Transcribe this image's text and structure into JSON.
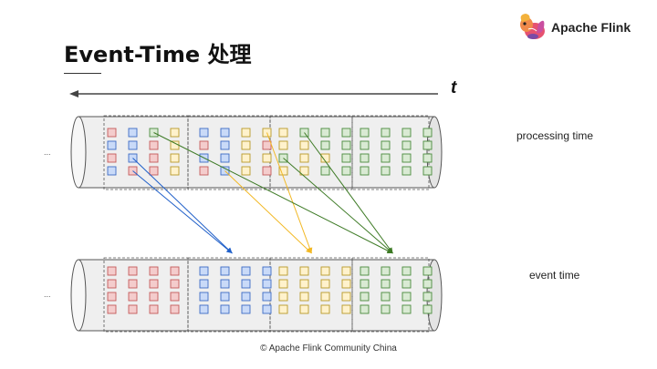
{
  "header": {
    "title": "Event-Time 处理",
    "brand_name": "Apache Flink"
  },
  "diagram": {
    "time_axis_label": "t",
    "top_stream_label": "processing time",
    "bottom_stream_label": "event time",
    "ellipsis": "...",
    "colors": {
      "red": {
        "fill": "#f4cccc",
        "stroke": "#c45a5a"
      },
      "blue": {
        "fill": "#c9daf8",
        "stroke": "#3d6bc4"
      },
      "yellow": {
        "fill": "#fff2cc",
        "stroke": "#b89a2a"
      },
      "green": {
        "fill": "#d9ead3",
        "stroke": "#4a8a3c"
      },
      "arrow_blue": "#1f5fc9",
      "arrow_yellow": "#f2b824",
      "arrow_green": "#3d7a25",
      "pipe_fill": "#efefef",
      "pipe_stroke": "#555555"
    },
    "top_grid": [
      [
        "red",
        "blue",
        "green",
        "yellow",
        "blue",
        "blue",
        "yellow",
        "yellow",
        "yellow",
        "green",
        "green",
        "green",
        "green",
        "green",
        "green",
        "green"
      ],
      [
        "blue",
        "blue",
        "red",
        "yellow",
        "red",
        "blue",
        "yellow",
        "red",
        "yellow",
        "yellow",
        "green",
        "green",
        "green",
        "green",
        "green",
        "green"
      ],
      [
        "red",
        "blue",
        "red",
        "yellow",
        "blue",
        "blue",
        "yellow",
        "yellow",
        "green",
        "yellow",
        "yellow",
        "green",
        "green",
        "green",
        "green",
        "green"
      ],
      [
        "blue",
        "red",
        "red",
        "yellow",
        "red",
        "blue",
        "yellow",
        "red",
        "yellow",
        "yellow",
        "green",
        "green",
        "green",
        "green",
        "green",
        "green"
      ]
    ],
    "bottom_grid": [
      [
        "red",
        "red",
        "red",
        "red",
        "blue",
        "blue",
        "blue",
        "blue",
        "yellow",
        "yellow",
        "yellow",
        "yellow",
        "green",
        "green",
        "green",
        "green"
      ],
      [
        "red",
        "red",
        "red",
        "red",
        "blue",
        "blue",
        "blue",
        "blue",
        "yellow",
        "yellow",
        "yellow",
        "yellow",
        "green",
        "green",
        "green",
        "green"
      ],
      [
        "red",
        "red",
        "red",
        "red",
        "blue",
        "blue",
        "blue",
        "blue",
        "yellow",
        "yellow",
        "yellow",
        "yellow",
        "green",
        "green",
        "green",
        "green"
      ],
      [
        "red",
        "red",
        "red",
        "red",
        "blue",
        "blue",
        "blue",
        "blue",
        "yellow",
        "yellow",
        "yellow",
        "yellow",
        "green",
        "green",
        "green",
        "green"
      ]
    ],
    "arrows": [
      {
        "color": "blue",
        "from": [
          3,
          1
        ]
      },
      {
        "color": "blue",
        "from": [
          2,
          1
        ]
      },
      {
        "color": "yellow",
        "from": [
          3,
          5
        ]
      },
      {
        "color": "yellow",
        "from": [
          0,
          7
        ]
      },
      {
        "color": "green",
        "from": [
          0,
          2
        ]
      },
      {
        "color": "green",
        "from": [
          0,
          9
        ]
      },
      {
        "color": "green",
        "from": [
          2,
          8
        ]
      }
    ],
    "arrow_targets": {
      "blue": 5,
      "yellow": 9,
      "green": 13
    }
  },
  "footer": {
    "copyright": "© Apache Flink Community China"
  }
}
